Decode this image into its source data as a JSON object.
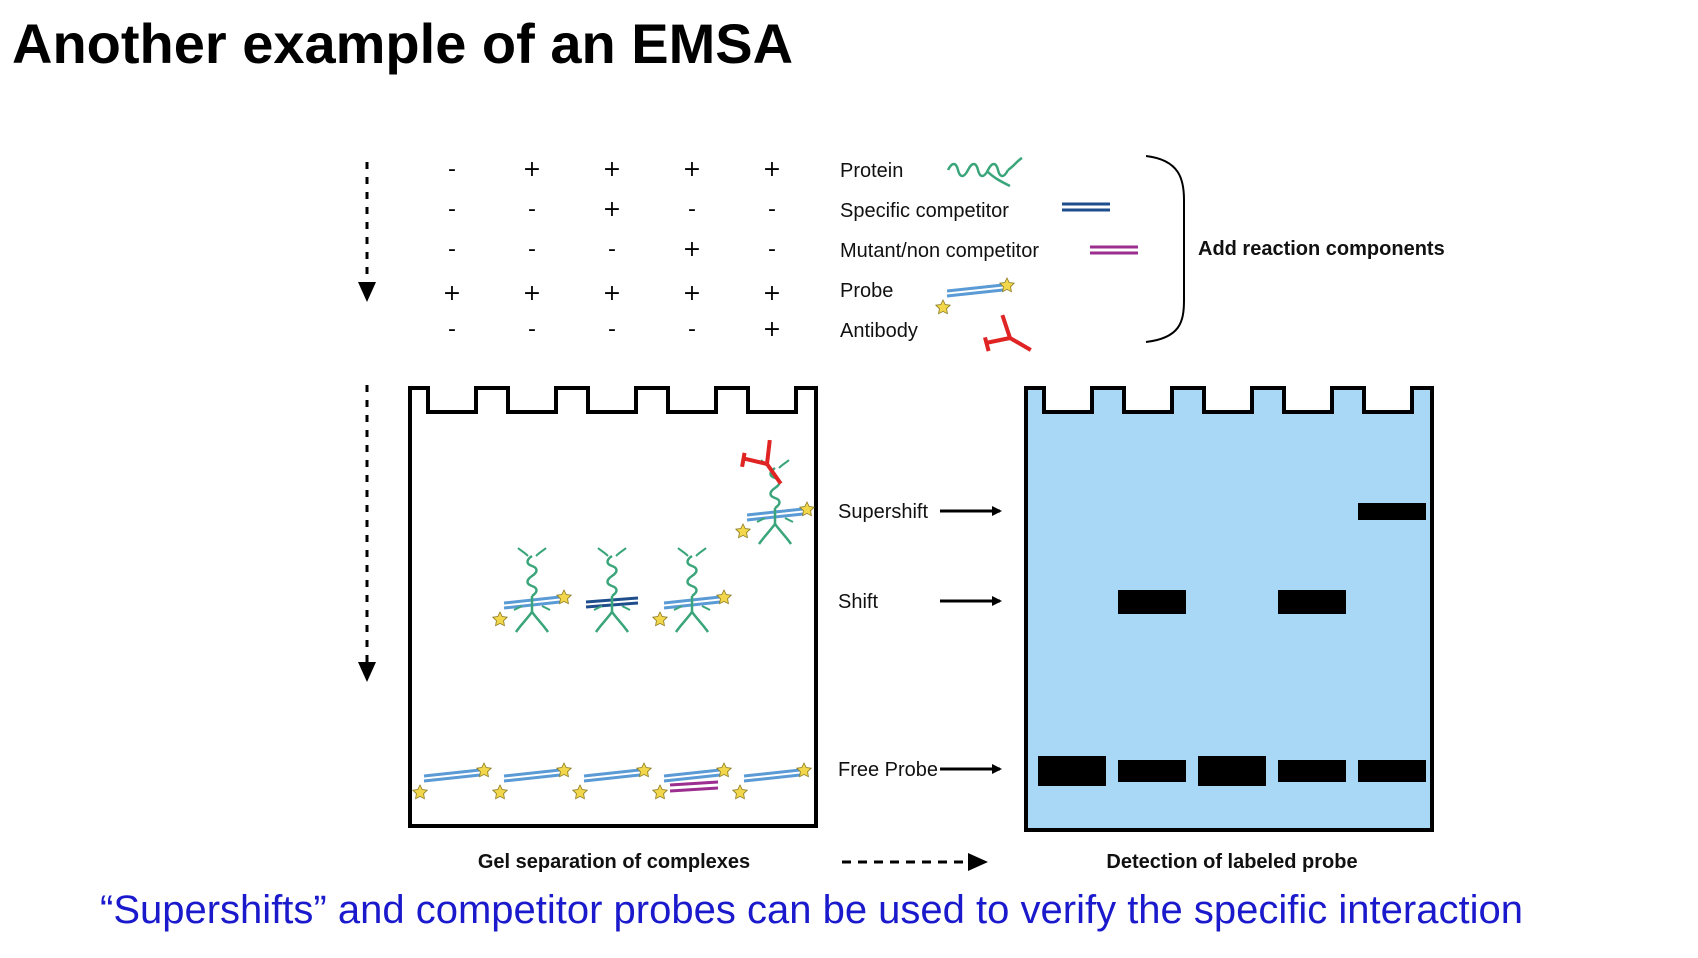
{
  "title": "Another example of an EMSA",
  "caption": "“Supershifts” and competitor probes can be used to verify the specific interaction",
  "reaction_table": {
    "rows": [
      {
        "label": "Protein",
        "icon": "protein-icon",
        "values": [
          "-",
          "+",
          "+",
          "+",
          "+"
        ]
      },
      {
        "label": "Specific competitor",
        "icon": "specific-competitor-icon",
        "values": [
          "-",
          "-",
          "+",
          "-",
          "-"
        ]
      },
      {
        "label": "Mutant/non competitor",
        "icon": "mutant-competitor-icon",
        "values": [
          "-",
          "-",
          "-",
          "+",
          "-"
        ]
      },
      {
        "label": "Probe",
        "icon": "probe-icon",
        "values": [
          "+",
          "+",
          "+",
          "+",
          "+"
        ]
      },
      {
        "label": "Antibody",
        "icon": "antibody-icon",
        "values": [
          "-",
          "-",
          "-",
          "-",
          "+"
        ]
      }
    ],
    "bracket_label": "Add reaction components"
  },
  "gel": {
    "left_caption": "Gel separation of complexes",
    "right_caption": "Detection of labeled probe",
    "band_labels": {
      "supershift": "Supershift",
      "shift": "Shift",
      "free_probe": "Free Probe"
    }
  },
  "colors": {
    "detection_gel": "#a8d8f5",
    "probe": "#5b9bd5",
    "specific_competitor": "#1f4e8c",
    "mutant_competitor": "#9b2e8f",
    "protein": "#3aa57a",
    "antibody": "#e02424",
    "label_star": "#f2d64b",
    "caption": "#1a1acc"
  }
}
